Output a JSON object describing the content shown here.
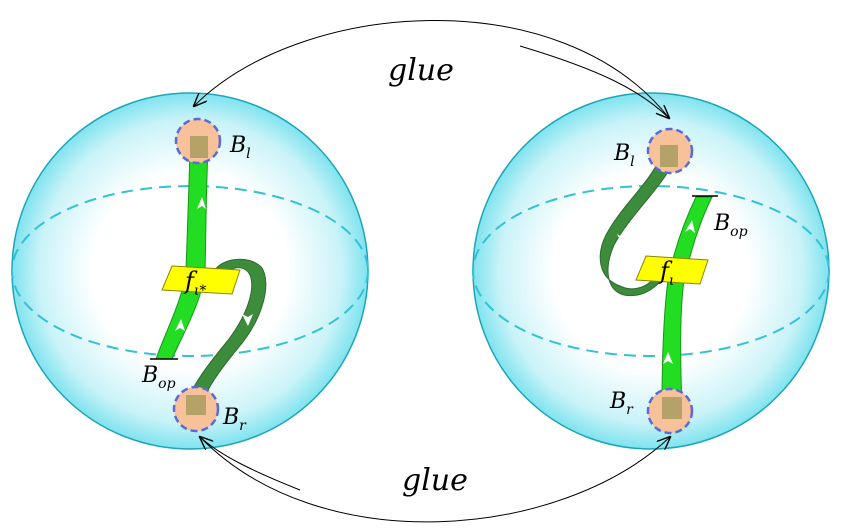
{
  "labels": {
    "glue_top": "glue",
    "glue_bottom": "glue",
    "left": {
      "bl_main": "B",
      "bl_sub": "l",
      "br_main": "B",
      "br_sub": "r",
      "bop_main": "B",
      "bop_sub": "op",
      "f_main": "f",
      "f_sub": "ι*"
    },
    "right": {
      "bl_main": "B",
      "bl_sub": "l",
      "br_main": "B",
      "br_sub": "r",
      "bop_main": "B",
      "bop_sub": "op",
      "f_main": "f",
      "f_sub": "ι"
    }
  },
  "colors": {
    "sphere_edge": "#1aa6b7",
    "sphere_fill": "#7fe3ef",
    "equator_dash": "#33c2d3",
    "disk_fill": "#f7c19a",
    "disk_dash": "#5a6ad6",
    "ribbon_light": "#22dd22",
    "ribbon_dark": "#3c8c3c",
    "patch_fill": "#ffff00",
    "stub_fill": "#b5a268"
  }
}
